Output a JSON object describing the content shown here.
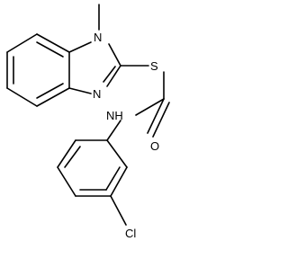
{
  "molecule": {
    "labels": {
      "n_methyl": "N",
      "n_imine": "N",
      "s": "S",
      "nh": "NH",
      "o": "O",
      "cl": "Cl"
    }
  }
}
